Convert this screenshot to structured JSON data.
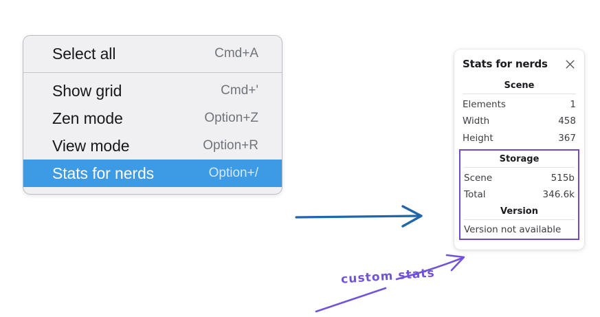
{
  "context_menu": {
    "groups": [
      {
        "items": [
          {
            "label": "Select all",
            "shortcut": "Cmd+A",
            "selected": false
          }
        ]
      },
      {
        "items": [
          {
            "label": "Show grid",
            "shortcut": "Cmd+'",
            "selected": false
          },
          {
            "label": "Zen mode",
            "shortcut": "Option+Z",
            "selected": false
          },
          {
            "label": "View mode",
            "shortcut": "Option+R",
            "selected": false
          },
          {
            "label": "Stats for nerds",
            "shortcut": "Option+/",
            "selected": true
          }
        ]
      }
    ],
    "highlight_color": "#3d9ae5"
  },
  "stats_panel": {
    "title": "Stats for nerds",
    "close_icon": "close-icon",
    "scene": {
      "heading": "Scene",
      "rows": [
        {
          "label": "Elements",
          "value": "1"
        },
        {
          "label": "Width",
          "value": "458"
        },
        {
          "label": "Height",
          "value": "367"
        }
      ]
    },
    "storage": {
      "heading": "Storage",
      "rows": [
        {
          "label": "Scene",
          "value": "515b"
        },
        {
          "label": "Total",
          "value": "346.6k"
        }
      ]
    },
    "version": {
      "heading": "Version",
      "note": "Version not available"
    },
    "highlight_border_color": "#6f47d1"
  },
  "annotations": {
    "blue_arrow": {
      "name": "blue-arrow",
      "color": "#1f66aa"
    },
    "purple_label": {
      "text": "custom stats",
      "color": "#7152d8"
    },
    "purple_arrow": {
      "name": "purple-arrow",
      "color": "#7152d8"
    },
    "purple_underline": {
      "name": "purple-underline-stroke",
      "color": "#7152d8"
    }
  }
}
